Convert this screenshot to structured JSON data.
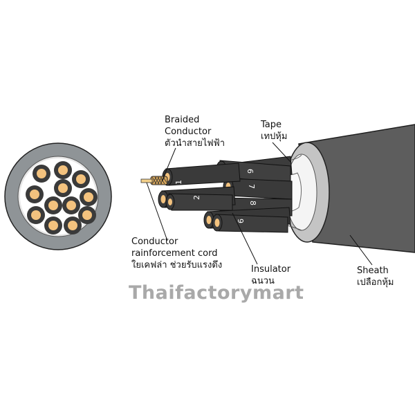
{
  "labels": {
    "braided": {
      "line1": "Braided",
      "line2": "Conductor",
      "thai": "ตัวนำสายไฟฟ้า"
    },
    "tape": {
      "en": "Tape",
      "thai": "เทปหุ้ม"
    },
    "reinforcement": {
      "line1": "Conductor",
      "line2": "rainforcement cord",
      "thai": "ใยเคฟล่า ช่วยรับแรงดึง"
    },
    "insulator": {
      "en": "Insulator",
      "thai": "ฉนวน"
    },
    "sheath": {
      "en": "Sheath",
      "thai": "เปลือกหุ้ม"
    }
  },
  "core_numbers": [
    "1",
    "2",
    "6",
    "7",
    "8",
    "9"
  ],
  "watermark": "Thaifactorymart",
  "colors": {
    "sheath": "#5d5d5d",
    "sheath_end": "#c4c4c4",
    "tape": "#f4f4f4",
    "insulator": "#3c3c3c",
    "conductor": "#f3c27e",
    "cross_section_outer": "#8f9497"
  }
}
